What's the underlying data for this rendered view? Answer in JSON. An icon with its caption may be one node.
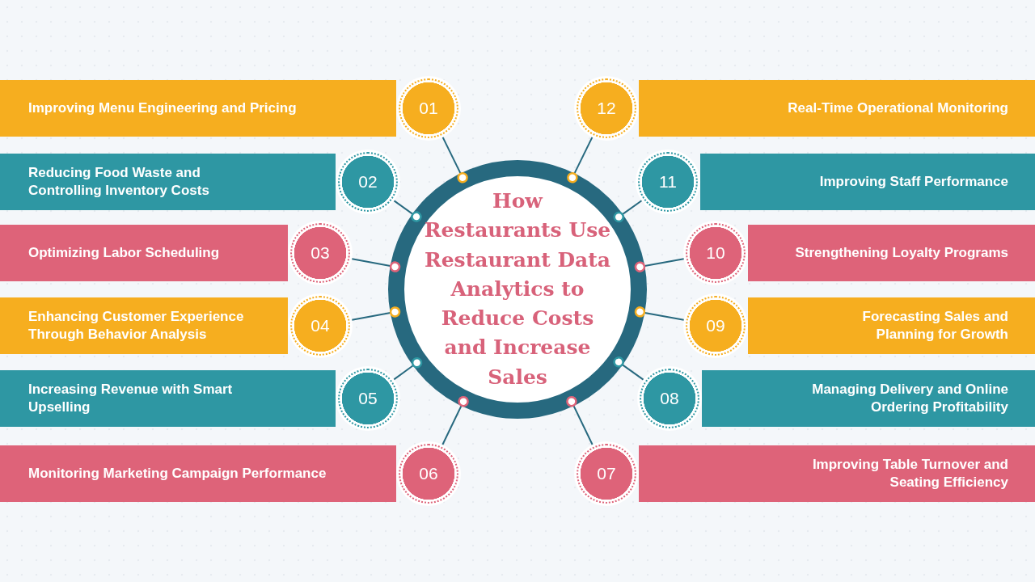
{
  "diagram": {
    "nodes": [
      {
        "text": [
          "How Restaurants Use Restaurant Data Analytics to Reduce Costs and Increase Sales"
        ]
      },
      {
        "text": [
          "Improving Menu Engineering and Pricing"
        ]
      },
      {
        "text": [
          "01"
        ]
      },
      {
        "text": [
          "Reducing Food Waste and Controlling Inventory Costs"
        ]
      },
      {
        "text": [
          "02"
        ]
      },
      {
        "text": [
          "Optimizing Labor Scheduling"
        ]
      },
      {
        "text": [
          "03"
        ]
      },
      {
        "text": [
          "Enhancing Customer Experience Through Behavior Analysis"
        ]
      },
      {
        "text": [
          "04"
        ]
      },
      {
        "text": [
          "Increasing Revenue with Smart Upselling"
        ]
      },
      {
        "text": [
          "05"
        ]
      },
      {
        "text": [
          "Monitoring Marketing Campaign Performance"
        ]
      },
      {
        "text": [
          "06"
        ]
      },
      {
        "text": [
          "Improving Table Turnover and Seating Efficiency"
        ]
      },
      {
        "text": [
          "07"
        ]
      },
      {
        "text": [
          "Managing Delivery and Online Ordering Profitability"
        ]
      },
      {
        "text": [
          "08"
        ]
      },
      {
        "text": [
          "Forecasting Sales and Planning for Growth"
        ]
      },
      {
        "text": [
          "09"
        ]
      },
      {
        "text": [
          "Strengthening Loyalty Programs"
        ]
      },
      {
        "text": [
          "10"
        ]
      },
      {
        "text": [
          "Improving Staff Performance"
        ]
      },
      {
        "text": [
          "11"
        ]
      },
      {
        "text": [
          "Real-Time Operational Monitoring"
        ]
      },
      {
        "text": [
          "12"
        ]
      }
    ],
    "edges": [
      {
        "from": 2,
        "to": 0,
        "arrow": "other"
      },
      {
        "from": 4,
        "to": 0,
        "arrow": "other"
      },
      {
        "from": 6,
        "to": 0,
        "arrow": "other"
      },
      {
        "from": 8,
        "to": 0,
        "arrow": "other"
      },
      {
        "from": 10,
        "to": 0,
        "arrow": "other"
      },
      {
        "from": 12,
        "to": 0,
        "arrow": "other"
      },
      {
        "from": 14,
        "to": 0,
        "arrow": "other"
      },
      {
        "from": 16,
        "to": 0,
        "arrow": "other"
      },
      {
        "from": 18,
        "to": 0,
        "arrow": "other"
      },
      {
        "from": 20,
        "to": 0,
        "arrow": "other"
      },
      {
        "from": 22,
        "to": 0,
        "arrow": "other"
      },
      {
        "from": 24,
        "to": 0,
        "arrow": "other"
      }
    ]
  }
}
